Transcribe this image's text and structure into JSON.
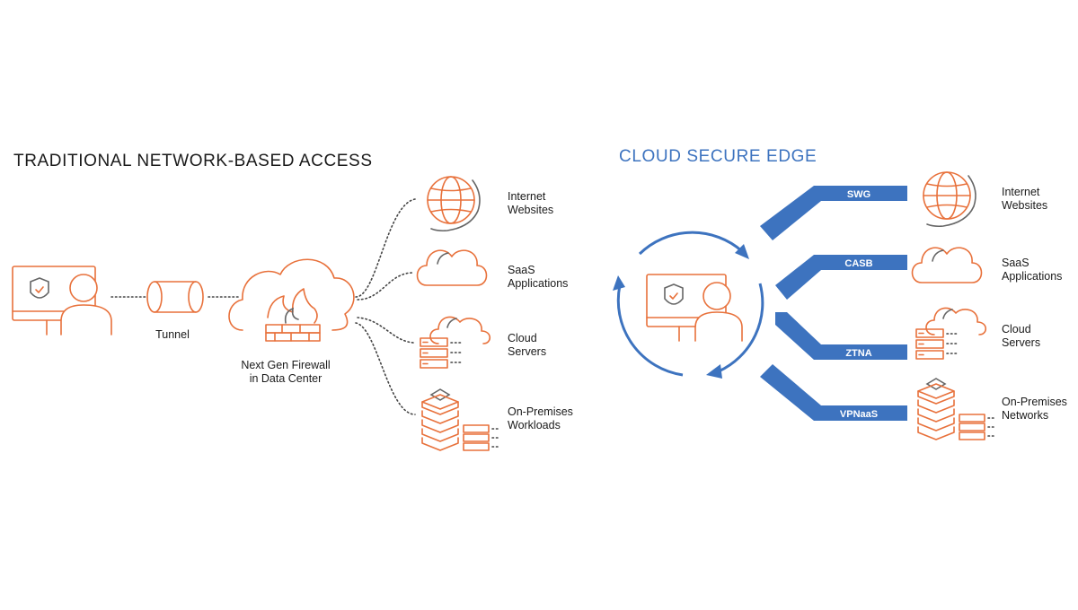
{
  "left": {
    "title": "TRADITIONAL NETWORK-BASED ACCESS",
    "tunnel_label": "Tunnel",
    "firewall_label": [
      "Next Gen Firewall",
      "in Data Center"
    ],
    "destinations": [
      {
        "lines": [
          "Internet",
          "Websites"
        ],
        "icon": "globe-icon"
      },
      {
        "lines": [
          "SaaS",
          "Applications"
        ],
        "icon": "cloud-icon"
      },
      {
        "lines": [
          "Cloud",
          "Servers"
        ],
        "icon": "cloud-server-icon"
      },
      {
        "lines": [
          "On-Premises",
          "Workloads"
        ],
        "icon": "server-stack-icon"
      }
    ]
  },
  "right": {
    "title": "CLOUD SECURE EDGE",
    "segments": [
      "SWG",
      "CASB",
      "ZTNA",
      "VPNaaS"
    ],
    "destinations": [
      {
        "lines": [
          "Internet",
          "Websites"
        ],
        "icon": "globe-icon"
      },
      {
        "lines": [
          "SaaS",
          "Applications"
        ],
        "icon": "cloud-icon"
      },
      {
        "lines": [
          "Cloud",
          "Servers"
        ],
        "icon": "cloud-server-icon"
      },
      {
        "lines": [
          "On-Premises",
          "Networks"
        ],
        "icon": "server-stack-icon"
      }
    ]
  },
  "colors": {
    "accent_orange": "#e8713b",
    "accent_blue": "#3d73bf",
    "text": "#1a1a1a"
  }
}
